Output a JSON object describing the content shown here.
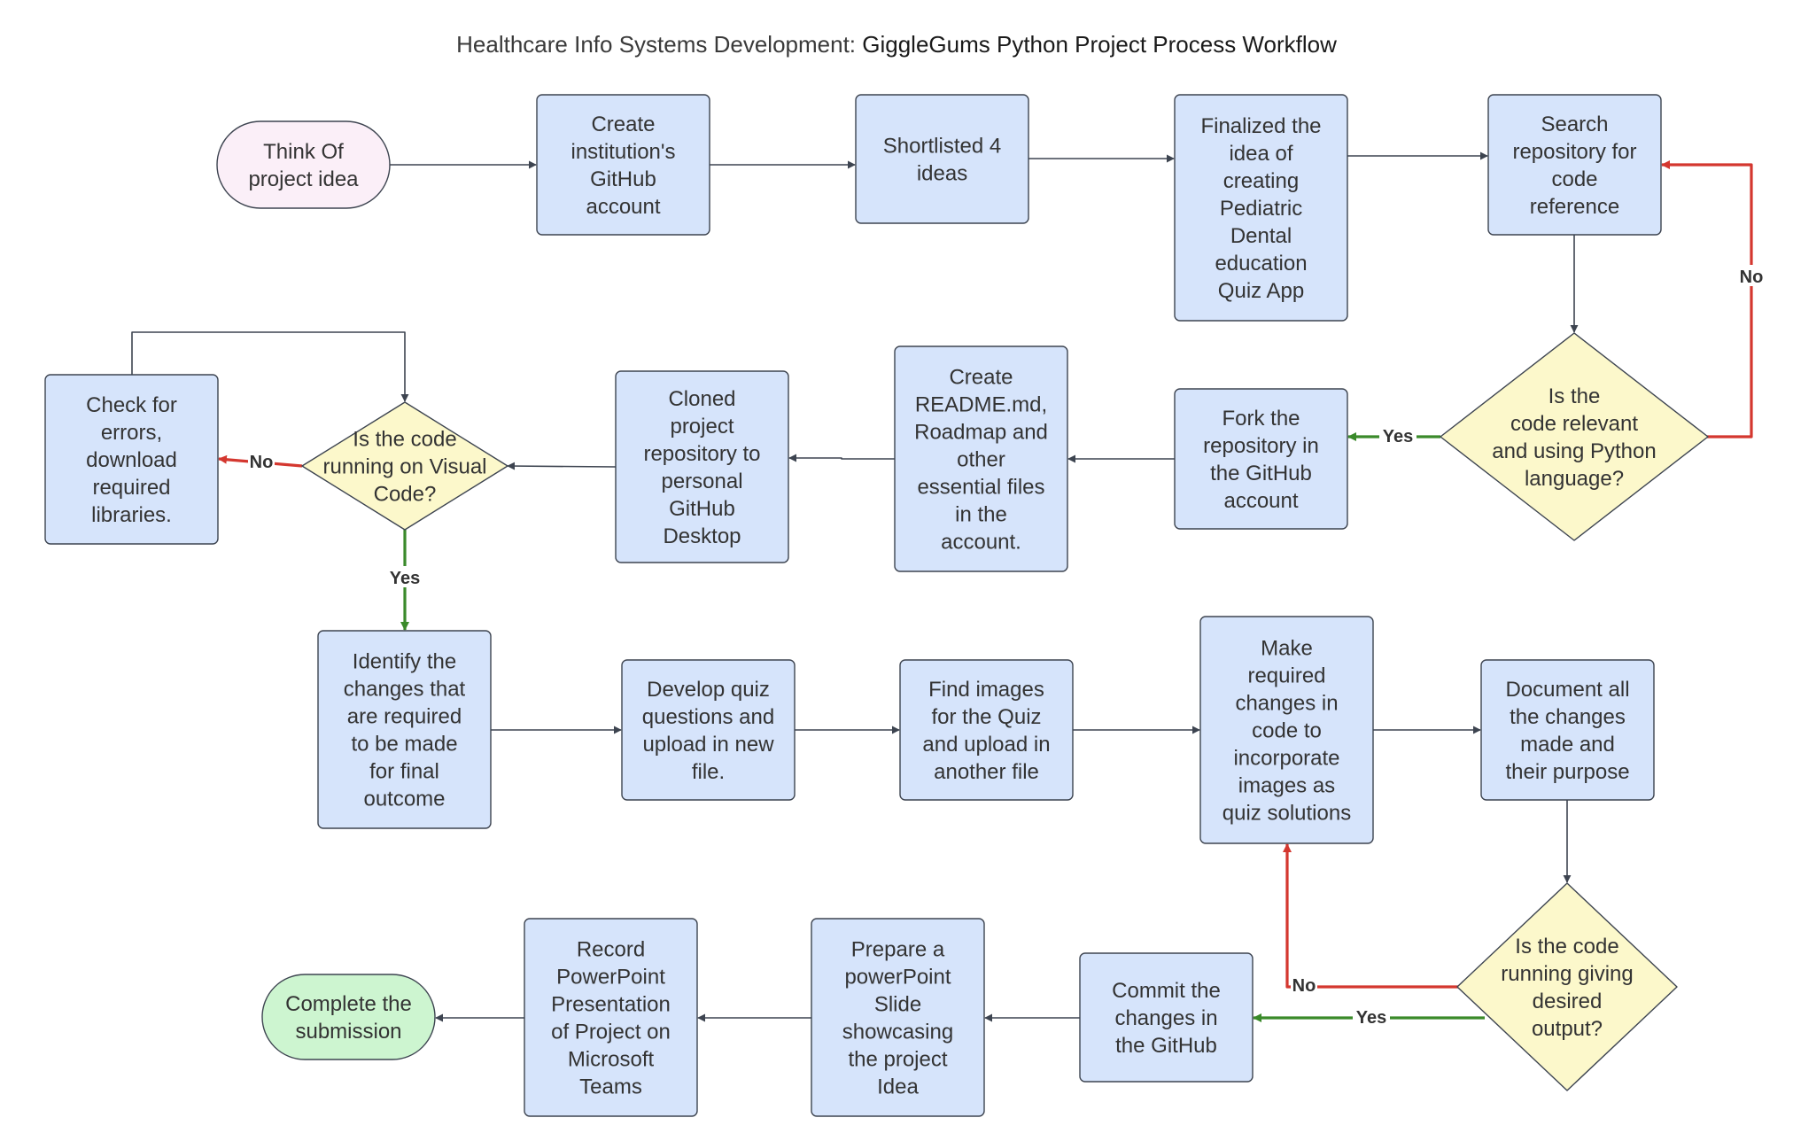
{
  "title": {
    "prefix": "Healthcare Info Systems Development: ",
    "main": "GiggleGums Python Project Process Workflow"
  },
  "colors": {
    "process_fill": "#d6e4fb",
    "process_stroke": "#3d4450",
    "decision_fill": "#fcf8cb",
    "start_fill": "#fbeff8",
    "end_fill": "#cdf5d0",
    "edge_default": "#3d4450",
    "edge_yes": "#3a8a2a",
    "edge_no": "#d4372f",
    "text": "#333333"
  },
  "nodes": {
    "start": [
      "Think Of",
      "project idea"
    ],
    "create_account": [
      "Create",
      "institution's",
      "GitHub",
      "account"
    ],
    "shortlisted": [
      "Shortlisted 4",
      "ideas"
    ],
    "finalized": [
      "Finalized the",
      "idea of",
      "creating",
      "Pediatric",
      "Dental",
      "education",
      "Quiz App"
    ],
    "search_repo": [
      "Search",
      "repository for",
      "code",
      "reference"
    ],
    "decision_relevant": [
      "Is the",
      "code relevant",
      "and using Python",
      "language?"
    ],
    "fork_repo": [
      "Fork the",
      "repository in",
      "the GitHub",
      "account"
    ],
    "create_readme": [
      "Create",
      "README.md,",
      "Roadmap and",
      "other",
      "essential files",
      "in the",
      "account."
    ],
    "cloned_repo": [
      "Cloned",
      "project",
      "repository to",
      "personal",
      "GitHub",
      "Desktop"
    ],
    "decision_vscode": [
      "Is the code",
      "running on Visual",
      "Code?"
    ],
    "check_errors": [
      "Check for",
      "errors,",
      "download",
      "required",
      "libraries."
    ],
    "identify_changes": [
      "Identify the",
      "changes that",
      "are required",
      "to be made",
      "for final",
      "outcome"
    ],
    "develop_quiz": [
      "Develop quiz",
      "questions and",
      "upload in new",
      "file."
    ],
    "find_images": [
      "Find images",
      "for the Quiz",
      "and upload in",
      "another file"
    ],
    "make_changes": [
      "Make",
      "required",
      "changes in",
      "code to",
      "incorporate",
      "images as",
      "quiz solutions"
    ],
    "document_changes": [
      "Document all",
      "the changes",
      "made and",
      "their purpose"
    ],
    "decision_output": [
      "Is the code",
      "running giving",
      "desired",
      "output?"
    ],
    "commit_changes": [
      "Commit the",
      "changes in",
      "the GitHub"
    ],
    "prepare_ppt": [
      "Prepare a",
      "powerPoint",
      "Slide",
      "showcasing",
      "the project",
      "Idea"
    ],
    "record_ppt": [
      "Record",
      "PowerPoint",
      "Presentation",
      "of Project on",
      "Microsoft",
      "Teams"
    ],
    "end": [
      "Complete the",
      "submission"
    ]
  },
  "edge_labels": {
    "relevant_no": "No",
    "relevant_yes": "Yes",
    "vscode_no": "No",
    "vscode_yes": "Yes",
    "output_no": "No",
    "output_yes": "Yes"
  }
}
